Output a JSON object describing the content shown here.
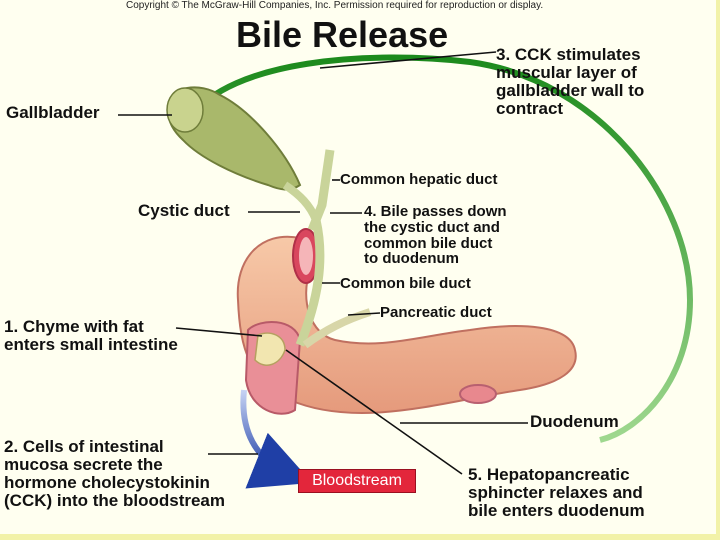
{
  "copyright": "Copyright © The McGraw-Hill Companies, Inc. Permission required for reproduction or display.",
  "title": "Bile Release",
  "labels": {
    "gallbladder": "Gallbladder",
    "cystic_duct": "Cystic duct",
    "common_hepatic_duct": "Common hepatic duct",
    "common_bile_duct": "Common bile duct",
    "pancreatic_duct": "Pancreatic duct",
    "duodenum": "Duodenum",
    "bloodstream": "Bloodstream"
  },
  "steps": {
    "step1": "1. Chyme with fat\n    enters small intestine",
    "step2": "2. Cells of intestinal\n    mucosa secrete the\n    hormone cholecystokinin\n    (CCK) into the bloodstream",
    "step3": "3. CCK stimulates\n    muscular layer of\n    gallbladder wall to\n    contract",
    "step4": "4. Bile passes down\n    the cystic duct and\n    common bile duct\n    to duodenum",
    "step5": "5. Hepatopancreatic\n    sphincter relaxes and\n    bile enters duodenum"
  },
  "colors": {
    "arc": "#2e9a2e",
    "blood_box": "#e3263b",
    "blood_arrow": "#1f3fa6",
    "slide_bg": "#fffff0"
  }
}
